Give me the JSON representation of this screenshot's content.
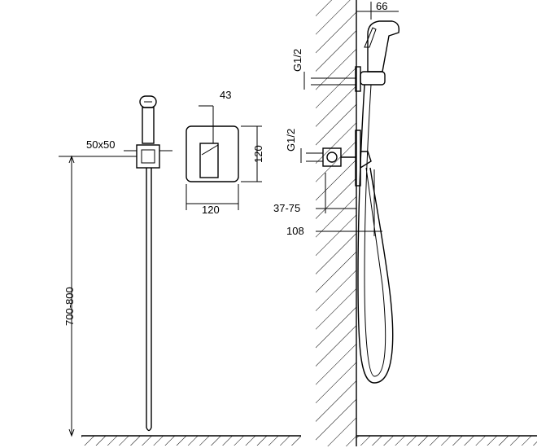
{
  "dimensions": {
    "handset_square": "50x50",
    "height_range": "700-800",
    "plate_depth": "43",
    "plate_width": "120",
    "plate_height": "120",
    "top_projection": "66",
    "thread_top": "G1/2",
    "thread_bottom": "G1/2",
    "wall_depth_range": "37-75",
    "outlet_offset": "108"
  }
}
